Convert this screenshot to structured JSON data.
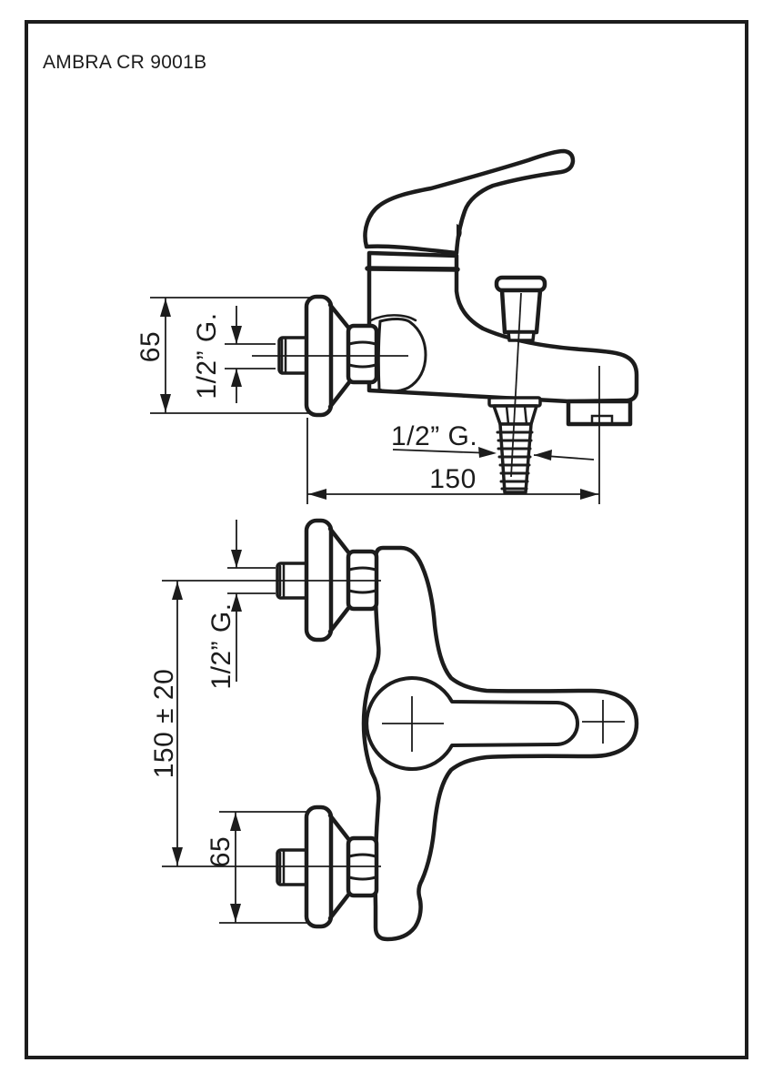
{
  "page": {
    "title": "AMBRA CR 9001B"
  },
  "colors": {
    "ink": "#1c1c1c",
    "paper": "#ffffff"
  },
  "side_view": {
    "dim_escutcheon_height": "65",
    "dim_wall_thread": "1/2” G.",
    "dim_handshower_thread": "1/2” G.",
    "dim_spout_reach": "150"
  },
  "front_view": {
    "dim_inlet_distance": "150 ± 20",
    "dim_wall_thread": "1/2” G.",
    "dim_escutcheon_diameter": "65"
  }
}
